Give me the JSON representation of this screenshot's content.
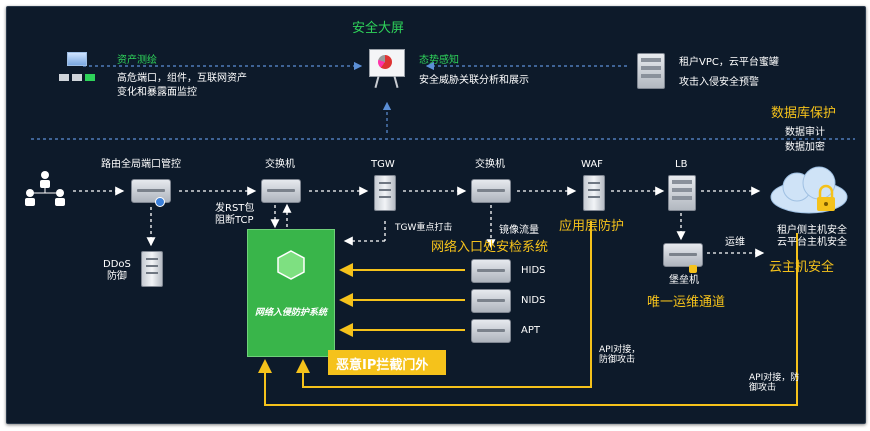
{
  "diagram": {
    "title": "安全大屏",
    "asset": {
      "title": "资产测绘",
      "line1": "高危端口，组件，互联网资产",
      "line2": "变化和暴露面监控"
    },
    "situation": {
      "title": "态势感知",
      "desc": "安全威胁关联分析和展示"
    },
    "tenant": {
      "line1": "租户VPC，云平台蜜罐",
      "line2": "攻击入侵安全预警"
    },
    "db": {
      "title": "数据库保护",
      "line1": "数据审计",
      "line2": "数据加密"
    },
    "nodes": {
      "router": "路由全局端口管控",
      "switch1": "交换机",
      "tgw": "TGW",
      "switch2": "交换机",
      "waf": "WAF",
      "lb": "LB",
      "ddos": "DDoS\n防御",
      "rst": "发RST包\n阻断TCP",
      "tgw_hit": "TGW重点打击",
      "mirror": "镜像流量",
      "ips_title": "网络入侵防护系统",
      "entry_system": "网络入口处安检系统",
      "app_protect": "应用层防护",
      "hids": "HIDS",
      "nids": "NIDS",
      "apt": "APT",
      "bastion": "堡垒机",
      "ops": "运维",
      "ops_channel": "唯一运维通道",
      "host_sec": "租户侧主机安全\n云平台主机安全",
      "cloud_host": "云主机安全",
      "banner": "恶意IP拦截门外",
      "api1": "API对接，\n防御攻击",
      "api2": "API对接，防\n御攻击"
    }
  }
}
